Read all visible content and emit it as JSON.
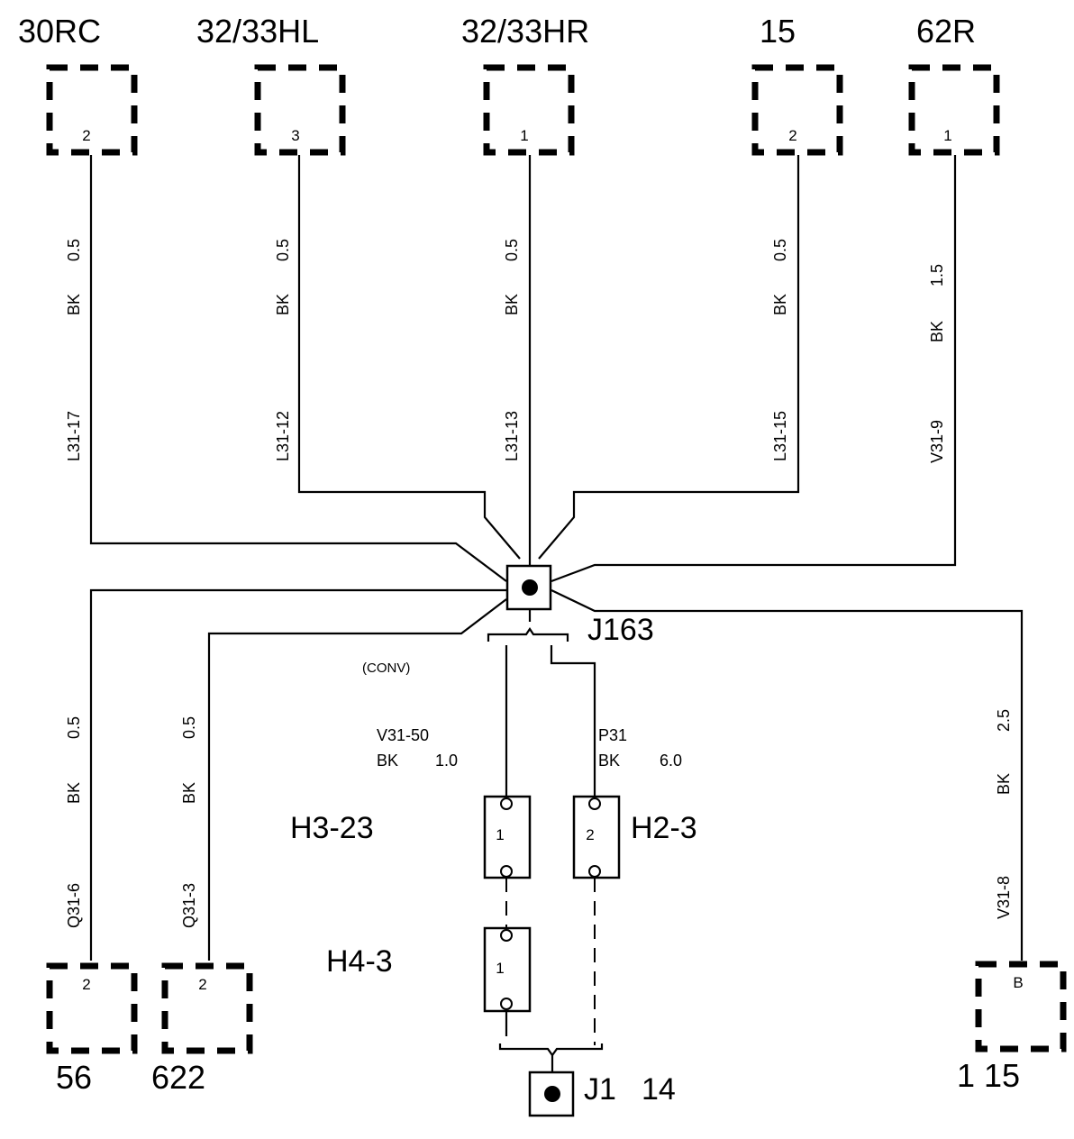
{
  "top_connectors": [
    {
      "label": "30RC",
      "pin": "2",
      "wire_size": "0.5",
      "wire_color": "BK",
      "wire_id": "L31-17"
    },
    {
      "label": "32/33HL",
      "pin": "3",
      "wire_size": "0.5",
      "wire_color": "BK",
      "wire_id": "L31-12"
    },
    {
      "label": "32/33HR",
      "pin": "1",
      "wire_size": "0.5",
      "wire_color": "BK",
      "wire_id": "L31-13"
    },
    {
      "label": "15",
      "pin": "2",
      "wire_size": "0.5",
      "wire_color": "BK",
      "wire_id": "L31-15"
    },
    {
      "label": "62R",
      "pin": "1",
      "wire_size": "1.5",
      "wire_color": "BK",
      "wire_id": "V31-9"
    }
  ],
  "bottom_connectors": [
    {
      "label": "56",
      "pin": "2",
      "wire_size": "0.5",
      "wire_color": "BK",
      "wire_id": "Q31-6"
    },
    {
      "label": "622",
      "pin": "2",
      "wire_size": "0.5",
      "wire_color": "BK",
      "wire_id": "Q31-3"
    },
    {
      "label": "1 15",
      "pin": "B",
      "wire_size": "2.5",
      "wire_color": "BK",
      "wire_id": "V31-8"
    }
  ],
  "splice": {
    "label": "J163",
    "note": "(CONV)"
  },
  "wires": {
    "left": {
      "id": "V31-50",
      "color": "BK",
      "size": "1.0"
    },
    "right": {
      "id": "P31",
      "color": "BK",
      "size": "6.0"
    }
  },
  "connectors": {
    "h3": {
      "label": "H3-23",
      "pin": "1"
    },
    "h2": {
      "label": "H2-3",
      "pin": "2"
    },
    "h4": {
      "label": "H4-3",
      "pin": "1"
    }
  },
  "ground": {
    "label": "J1",
    "number": "14"
  }
}
